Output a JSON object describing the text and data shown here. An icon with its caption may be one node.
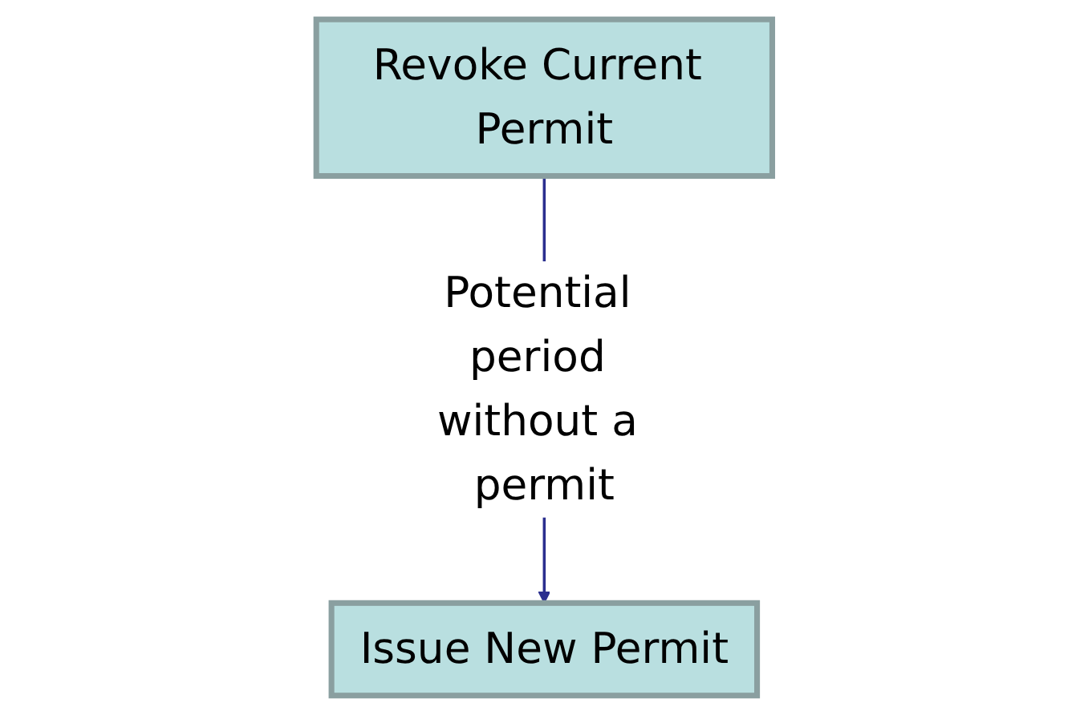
{
  "diagram": {
    "nodes": [
      {
        "text": [
          "Revoke Current Permit"
        ]
      },
      {
        "text": [
          "Issue New Permit"
        ]
      }
    ],
    "edges": [
      {
        "from": 0,
        "to": 1,
        "arrow": "to",
        "label": "Potential period without a permit"
      }
    ]
  }
}
